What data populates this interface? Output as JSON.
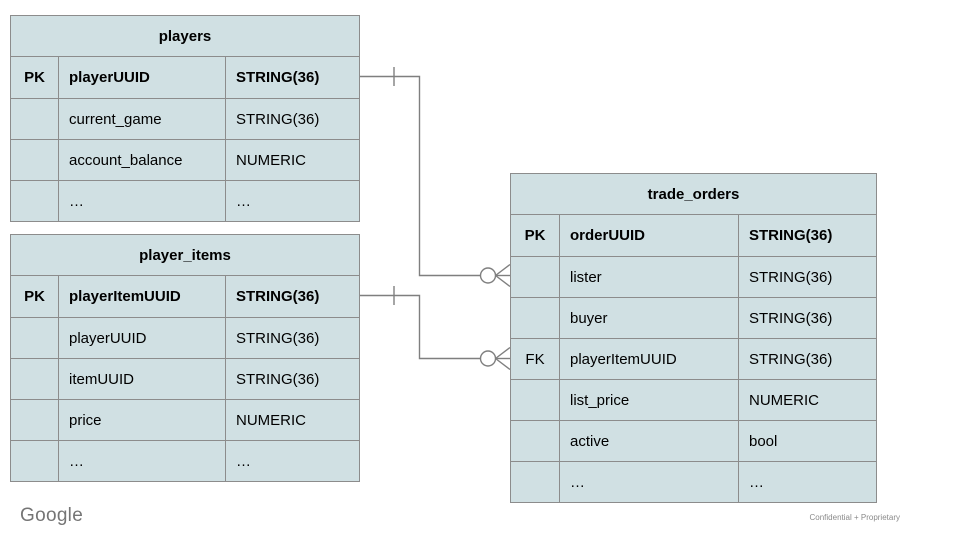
{
  "footer": {
    "brand": "Google",
    "confidential": "Confidential + Proprietary"
  },
  "colors": {
    "table_fill": "#d0e0e3",
    "table_border": "#8c8c8c",
    "connector": "#7f7f7f",
    "text": "#000000",
    "brand_gray": "#757575",
    "confidential_gray": "#8a8a8a"
  },
  "tables": [
    {
      "id": "players",
      "title": "players",
      "rows": [
        {
          "key": "PK",
          "name": "playerUUID",
          "type": "STRING(36)",
          "bold": true
        },
        {
          "key": "",
          "name": "current_game",
          "type": "STRING(36)",
          "bold": false
        },
        {
          "key": "",
          "name": "account_balance",
          "type": "NUMERIC",
          "bold": false
        },
        {
          "key": "",
          "name": "…",
          "type": "…",
          "bold": false
        }
      ]
    },
    {
      "id": "player_items",
      "title": "player_items",
      "rows": [
        {
          "key": "PK",
          "name": "playerItemUUID",
          "type": "STRING(36)",
          "bold": true
        },
        {
          "key": "",
          "name": "playerUUID",
          "type": "STRING(36)",
          "bold": false
        },
        {
          "key": "",
          "name": "itemUUID",
          "type": "STRING(36)",
          "bold": false
        },
        {
          "key": "",
          "name": "price",
          "type": "NUMERIC",
          "bold": false
        },
        {
          "key": "",
          "name": "…",
          "type": "…",
          "bold": false
        }
      ]
    },
    {
      "id": "trade_orders",
      "title": "trade_orders",
      "rows": [
        {
          "key": "PK",
          "name": "orderUUID",
          "type": "STRING(36)",
          "bold": true
        },
        {
          "key": "",
          "name": "lister",
          "type": "STRING(36)",
          "bold": false
        },
        {
          "key": "",
          "name": "buyer",
          "type": "STRING(36)",
          "bold": false
        },
        {
          "key": "FK",
          "name": "playerItemUUID",
          "type": "STRING(36)",
          "bold": false
        },
        {
          "key": "",
          "name": "list_price",
          "type": "NUMERIC",
          "bold": false
        },
        {
          "key": "",
          "name": "active",
          "type": "bool",
          "bold": false
        },
        {
          "key": "",
          "name": "…",
          "type": "…",
          "bold": false
        }
      ]
    }
  ],
  "relationships": [
    {
      "from": "players.playerUUID",
      "to": "trade_orders.lister",
      "from_cardinality": "one",
      "to_cardinality": "zero-or-many"
    },
    {
      "from": "player_items.playerItemUUID",
      "to": "trade_orders.playerItemUUID",
      "from_cardinality": "one",
      "to_cardinality": "zero-or-many"
    }
  ]
}
